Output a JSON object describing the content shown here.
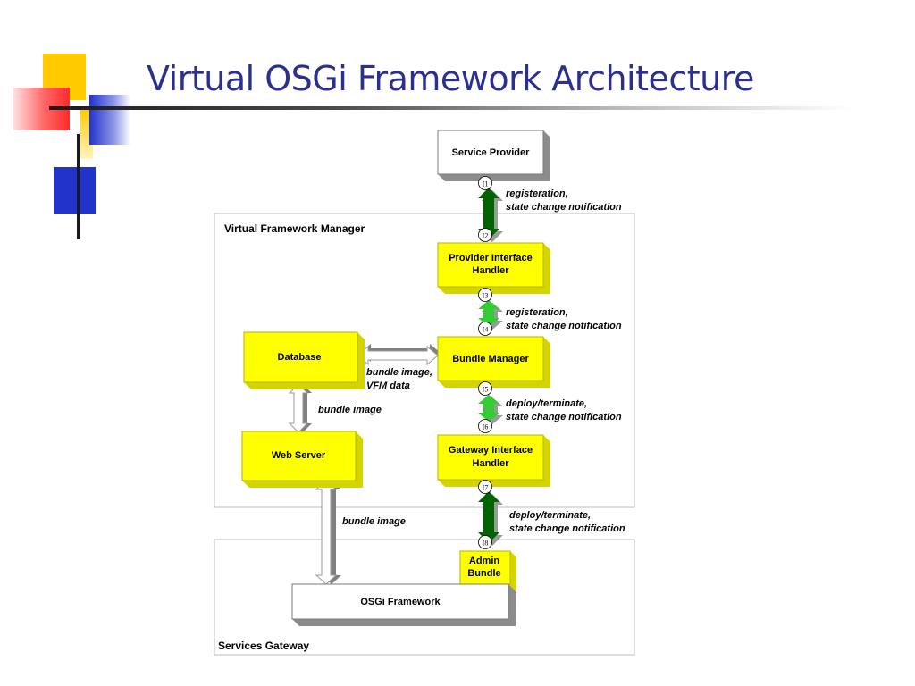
{
  "slide": {
    "title": "Virtual OSGi Framework Architecture"
  },
  "colors": {
    "title": "#2b2f8f",
    "component_fill": "#ffff00",
    "dark_green_arrow": "#006400",
    "light_green_arrow": "#33cc33",
    "deco_yellow": "#ffcc00",
    "deco_red": "#ff3333",
    "deco_blue": "#2233cc"
  },
  "diagram": {
    "containers": {
      "vfm": "Virtual Framework Manager",
      "gateway": "Services Gateway"
    },
    "boxes": {
      "service_provider": "Service Provider",
      "provider_interface_handler": [
        "Provider Interface",
        "Handler"
      ],
      "bundle_manager": "Bundle Manager",
      "gateway_interface_handler": [
        "Gateway Interface",
        "Handler"
      ],
      "database": "Database",
      "web_server": "Web Server",
      "admin_bundle": [
        "Admin",
        "Bundle"
      ],
      "osgi_framework": "OSGi Framework"
    },
    "interfaces": [
      "I1",
      "I2",
      "I3",
      "I4",
      "I5",
      "I6",
      "I7",
      "I8"
    ],
    "annotations": {
      "sp_pih": [
        "registeration,",
        "state change notification"
      ],
      "pih_bm": [
        "registeration,",
        "state change notification"
      ],
      "bm_gih": [
        "deploy/terminate,",
        "state change notification"
      ],
      "gih_admin": [
        "deploy/terminate,",
        "state change notification"
      ],
      "db_bm": [
        "bundle image,",
        "VFM data"
      ],
      "db_ws": "bundle image",
      "ws_osgi": "bundle image"
    }
  }
}
